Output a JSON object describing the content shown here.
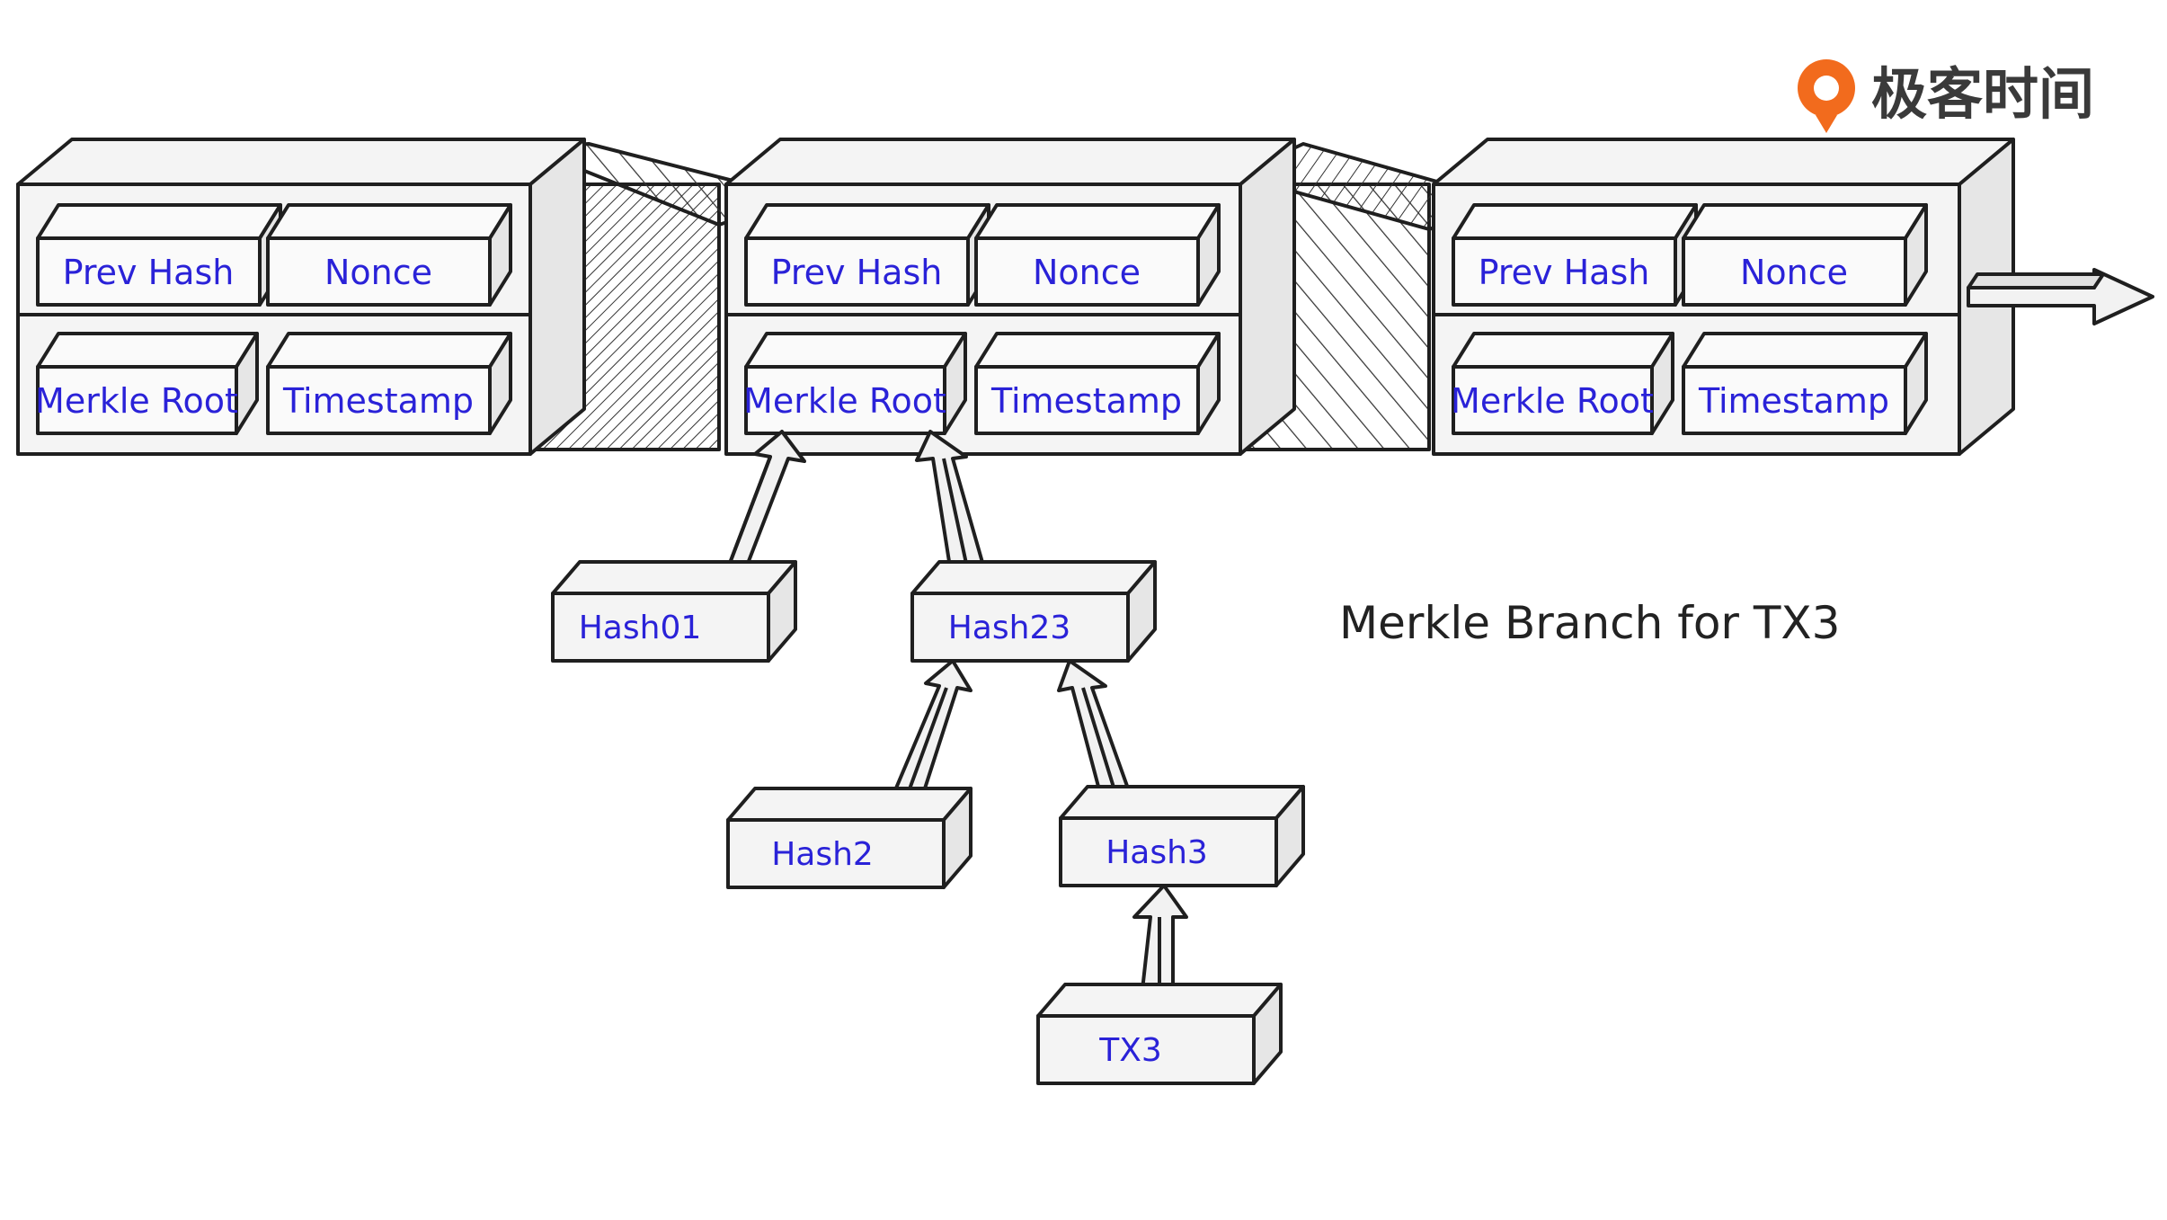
{
  "logo": {
    "text": "极客时间"
  },
  "blocks": [
    {
      "fields": {
        "prev_hash": "Prev Hash",
        "nonce": "Nonce",
        "merkle_root": "Merkle Root",
        "timestamp": "Timestamp"
      }
    },
    {
      "fields": {
        "prev_hash": "Prev Hash",
        "nonce": "Nonce",
        "merkle_root": "Merkle Root",
        "timestamp": "Timestamp"
      }
    },
    {
      "fields": {
        "prev_hash": "Prev Hash",
        "nonce": "Nonce",
        "merkle_root": "Merkle Root",
        "timestamp": "Timestamp"
      }
    }
  ],
  "merkle_branch": {
    "nodes": {
      "hash01": "Hash01",
      "hash23": "Hash23",
      "hash2": "Hash2",
      "hash3": "Hash3",
      "tx3": "TX3"
    },
    "caption": "Merkle Branch for TX3"
  },
  "colors": {
    "label_blue": "#2a22d8",
    "ink": "#1f1f1f",
    "box_fill": "#f4f4f4",
    "logo_orange": "#f26b1d"
  }
}
